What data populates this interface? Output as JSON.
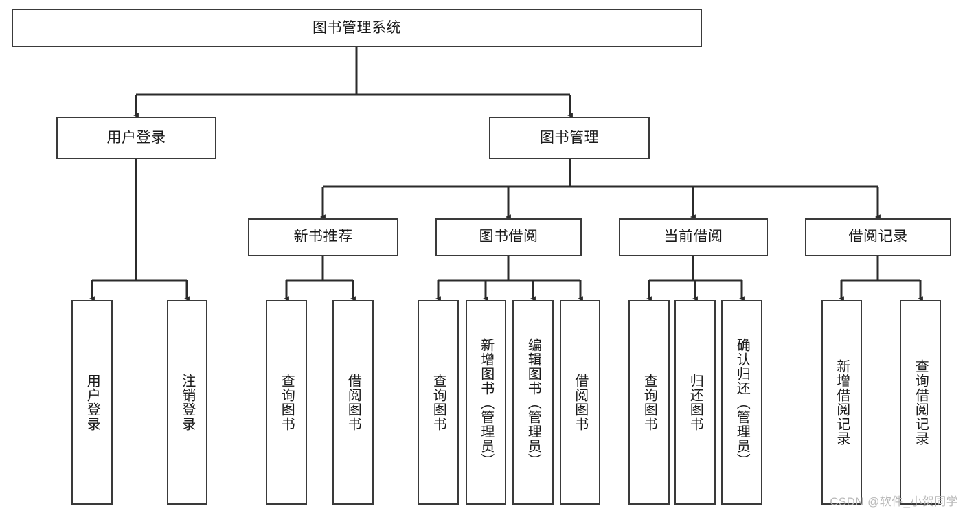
{
  "diagram": {
    "title": "图书管理系统",
    "type": "tree-structure-chart",
    "colors": {
      "box_border": "#3a3a3a",
      "box_fill": "#ffffff",
      "connector": "#2b2b2b",
      "text": "#1a1a1a",
      "watermark": "#b9b9b9",
      "background": "#ffffff"
    },
    "watermark": "CSDN @软件_小贺同学",
    "nodes": {
      "root": {
        "label": "图书管理系统"
      },
      "level2": [
        {
          "label": "用户登录"
        },
        {
          "label": "图书管理"
        }
      ],
      "level3": [
        {
          "label": "新书推荐"
        },
        {
          "label": "图书借阅"
        },
        {
          "label": "当前借阅"
        },
        {
          "label": "借阅记录"
        }
      ],
      "leaves": {
        "user_login": [
          {
            "label": "用户登录"
          },
          {
            "label": "注销登录"
          }
        ],
        "new_book_recommend": [
          {
            "label": "查询图书"
          },
          {
            "label": "借阅图书"
          }
        ],
        "book_borrow": [
          {
            "label": "查询图书"
          },
          {
            "label": "新增图书（管理员）"
          },
          {
            "label": "编辑图书（管理员）"
          },
          {
            "label": "借阅图书"
          }
        ],
        "current_borrow": [
          {
            "label": "查询图书"
          },
          {
            "label": "归还图书"
          },
          {
            "label": "确认归还（管理员）"
          }
        ],
        "borrow_record": [
          {
            "label": "新增借阅记录"
          },
          {
            "label": "查询借阅记录"
          }
        ]
      }
    }
  }
}
